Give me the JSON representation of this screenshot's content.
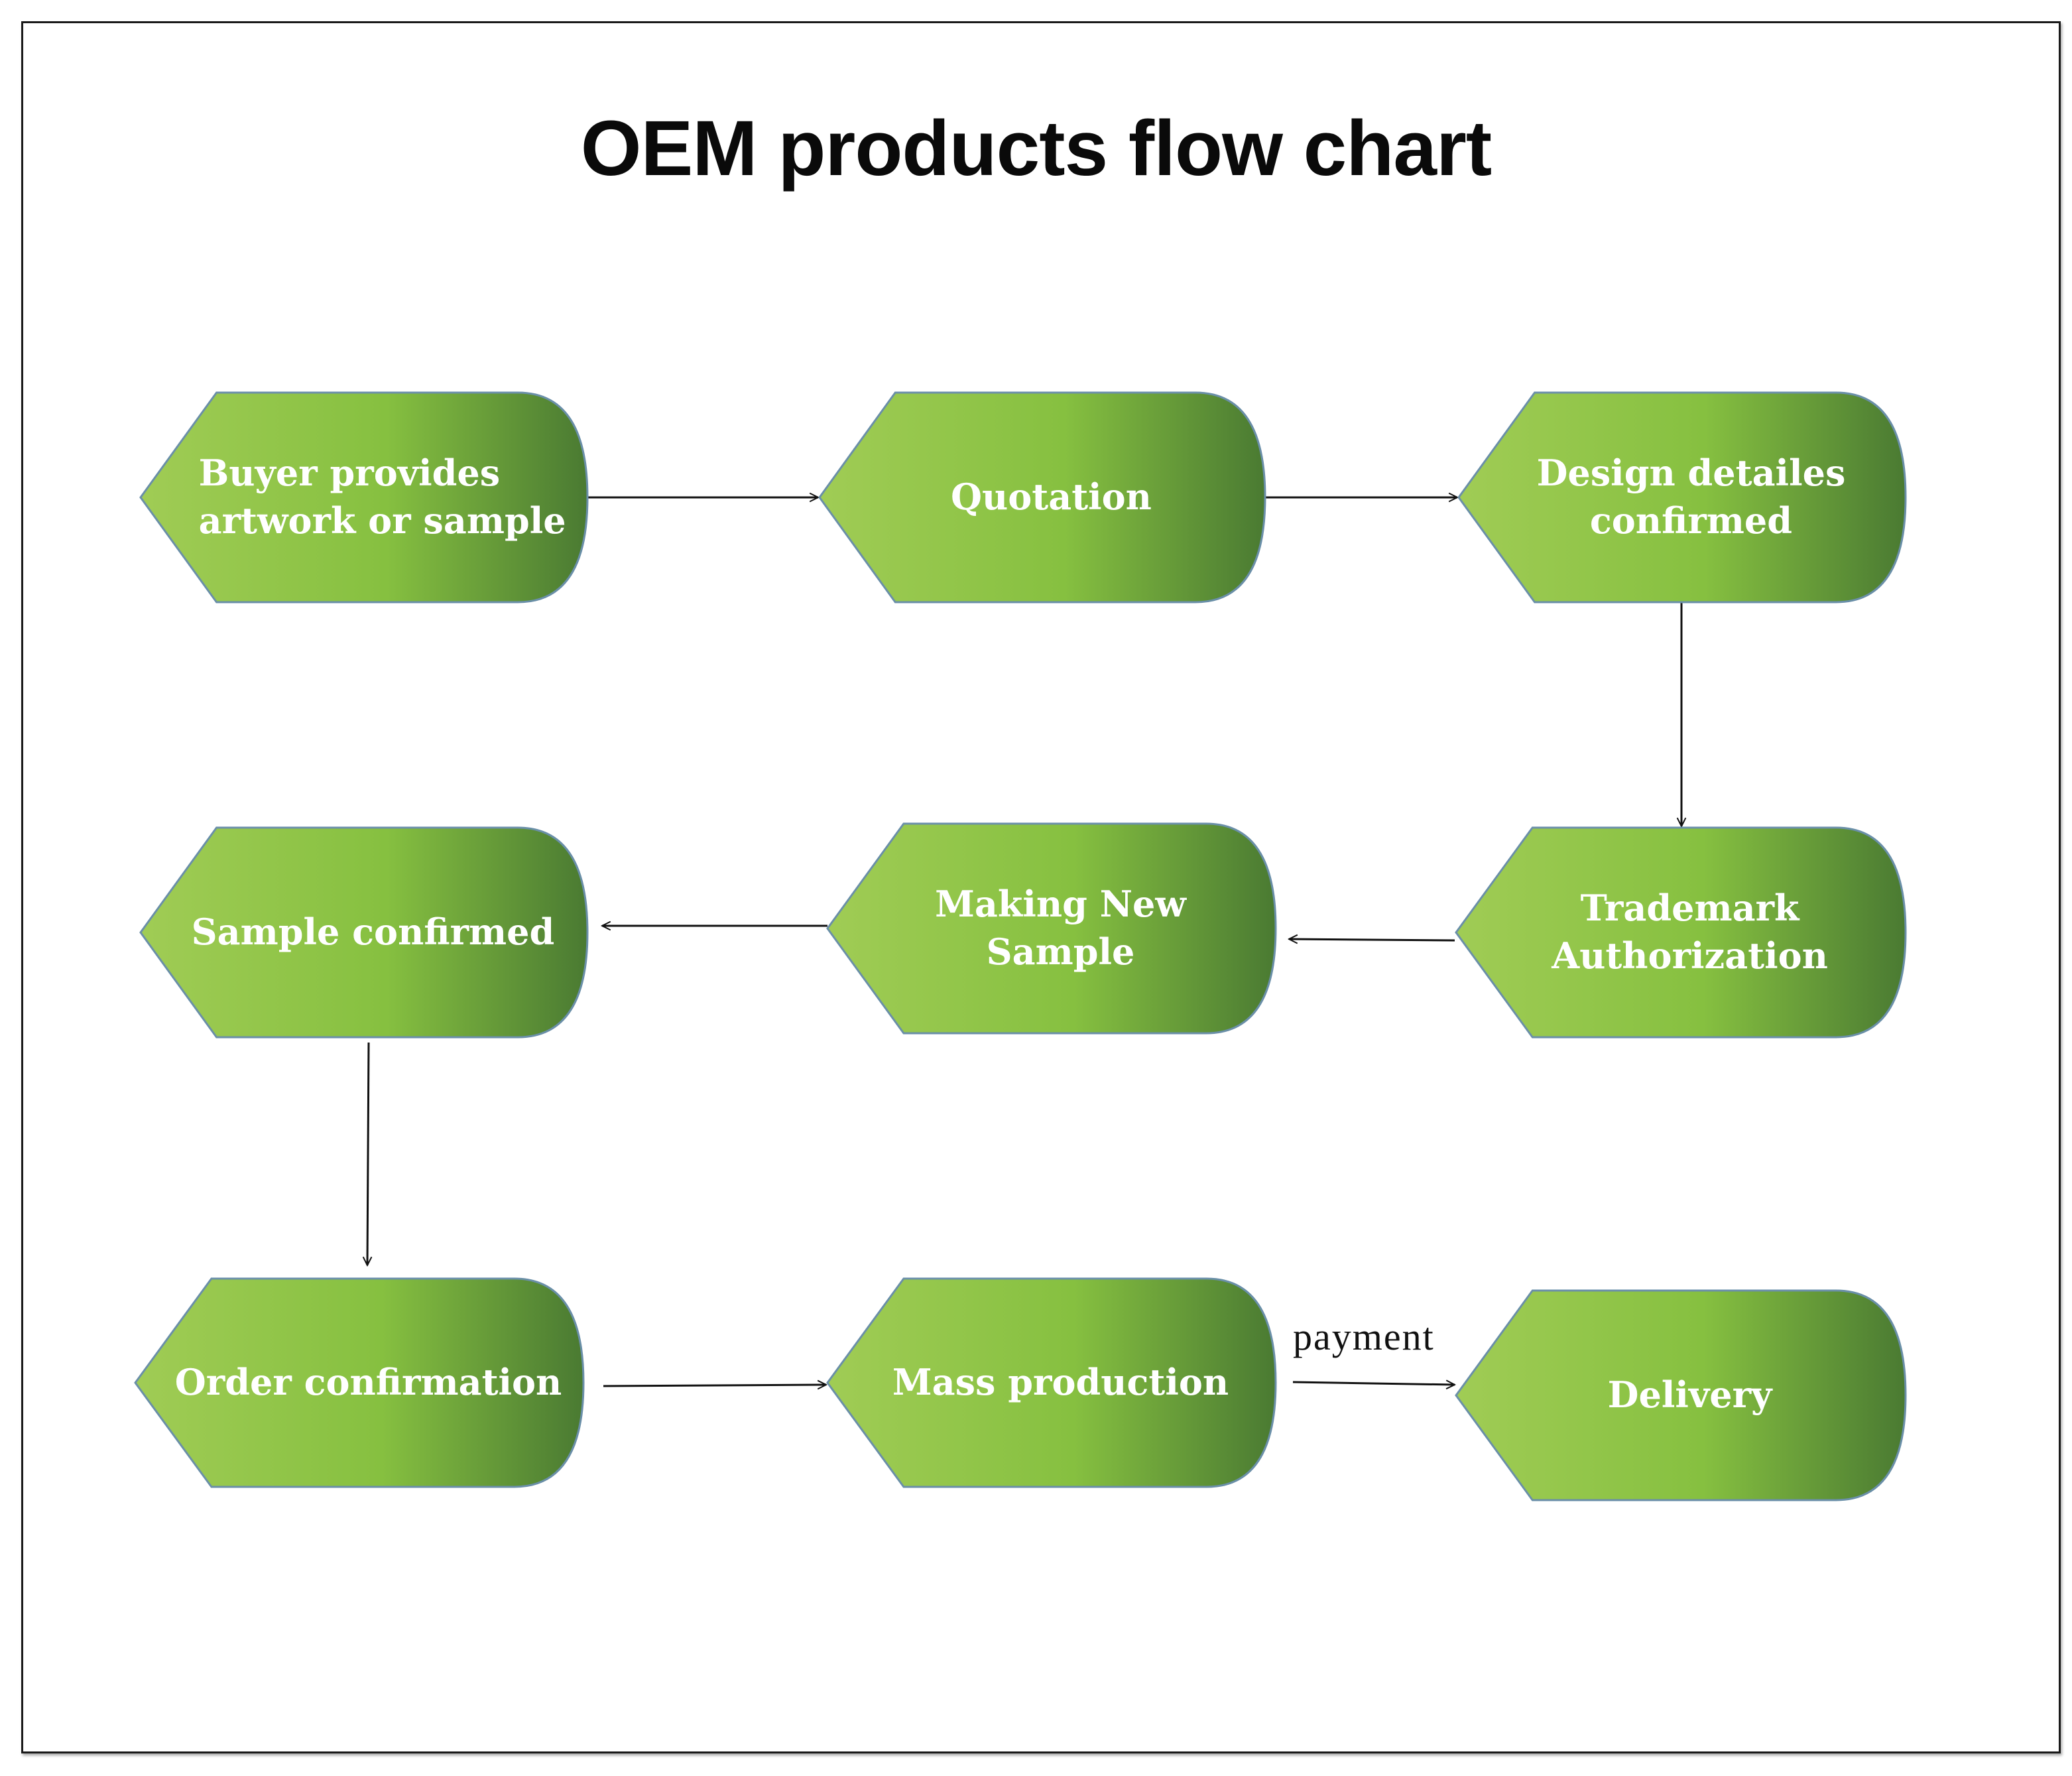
{
  "title": "OEM products flow chart",
  "colors": {
    "node_fill_light": "#a0cc55",
    "node_fill_mid": "#86c040",
    "node_fill_dark": "#4a7a32",
    "node_border": "#6a8fa8",
    "text": "#ffffff",
    "arrow": "#111111"
  },
  "nodes": [
    {
      "id": "buyer",
      "lines": [
        "Buyer provides",
        "artwork or sample"
      ]
    },
    {
      "id": "quotation",
      "lines": [
        "Quotation"
      ]
    },
    {
      "id": "design",
      "lines": [
        "Design detailes",
        "confirmed"
      ]
    },
    {
      "id": "trademark",
      "lines": [
        "Trademark",
        "Authorization"
      ]
    },
    {
      "id": "making",
      "lines": [
        "Making New",
        "Sample"
      ]
    },
    {
      "id": "sample",
      "lines": [
        "Sample confirmed"
      ]
    },
    {
      "id": "order",
      "lines": [
        "Order confirmation"
      ]
    },
    {
      "id": "mass",
      "lines": [
        "Mass production"
      ]
    },
    {
      "id": "delivery",
      "lines": [
        "Delivery"
      ]
    }
  ],
  "edges": [
    {
      "from": "buyer",
      "to": "quotation",
      "label": ""
    },
    {
      "from": "quotation",
      "to": "design",
      "label": ""
    },
    {
      "from": "design",
      "to": "trademark",
      "label": ""
    },
    {
      "from": "trademark",
      "to": "making",
      "label": ""
    },
    {
      "from": "making",
      "to": "sample",
      "label": ""
    },
    {
      "from": "sample",
      "to": "order",
      "label": ""
    },
    {
      "from": "order",
      "to": "mass",
      "label": ""
    },
    {
      "from": "mass",
      "to": "delivery",
      "label": "payment"
    }
  ]
}
